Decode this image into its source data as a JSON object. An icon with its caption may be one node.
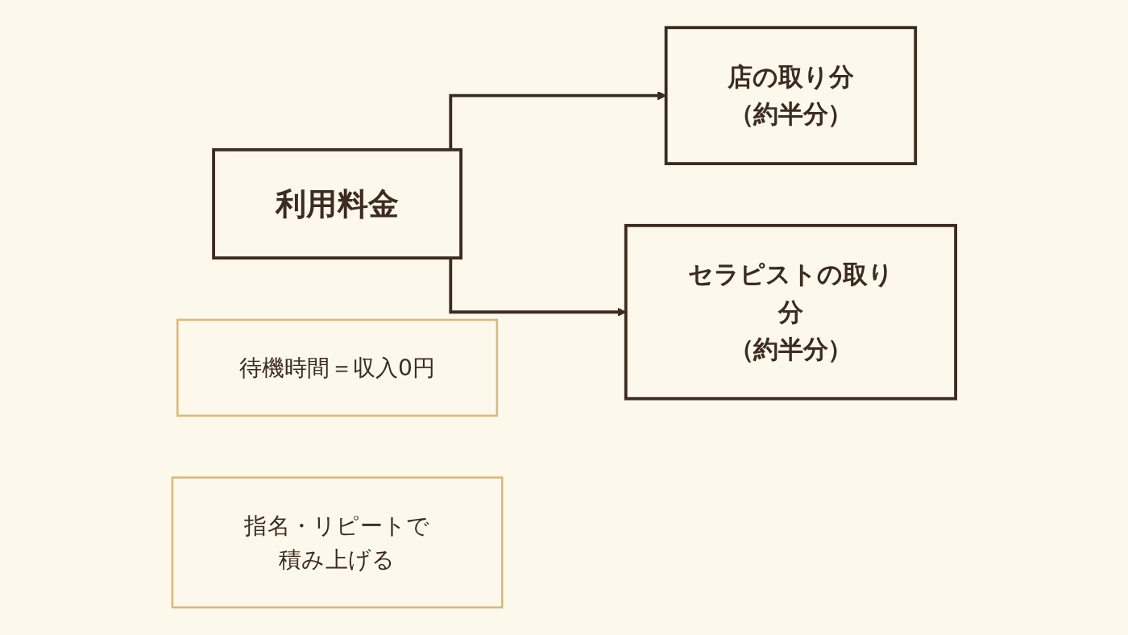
{
  "diagram": {
    "nodes": [
      {
        "text": [
          "利用料金"
        ]
      },
      {
        "text": [
          "店の取り分",
          "（約半分）"
        ]
      },
      {
        "text": [
          "セラピストの取り分",
          "（約半分）"
        ]
      },
      {
        "text": [
          "待機時間＝収入0円"
        ]
      },
      {
        "text": [
          "指名・リピートで積み上げる"
        ]
      }
    ],
    "edges": [
      {
        "from": 0,
        "to": 1,
        "arrow": "to"
      },
      {
        "from": 0,
        "to": 2,
        "arrow": "to"
      }
    ]
  }
}
